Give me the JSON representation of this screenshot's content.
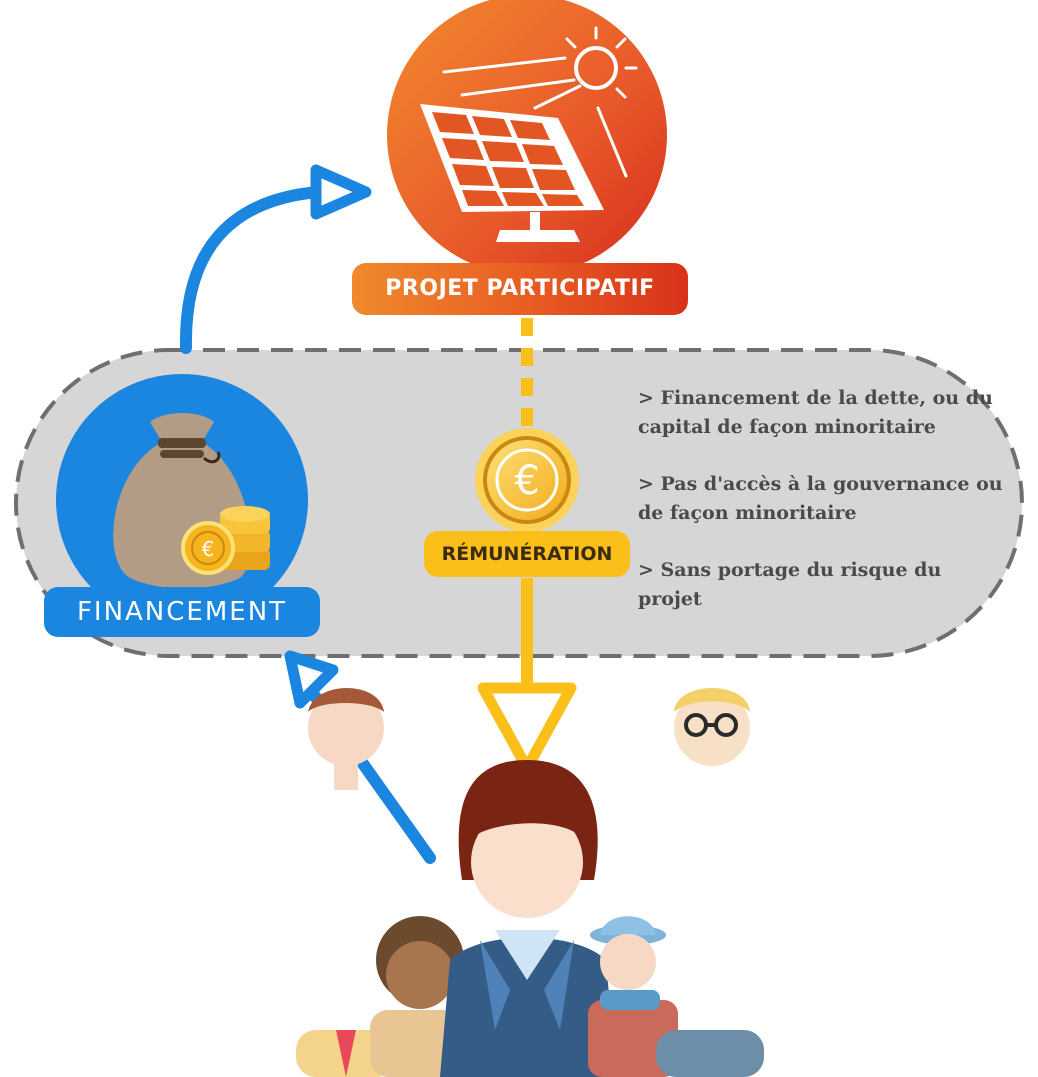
{
  "title": "PROJET PARTICIPATIF",
  "nodes": {
    "projet": {
      "label": "PROJET PARTICIPATIF",
      "icon": "solar-panel-icon",
      "color": "#e8582a"
    },
    "financement": {
      "label": "FINANCEMENT",
      "icon": "money-bag-icon",
      "color": "#1b86e0"
    },
    "remuneration": {
      "label": "RÉMUNÉRATION",
      "icon": "euro-coin-icon",
      "color": "#fbbf1a"
    },
    "citizens": {
      "icon": "citizens-group-icon"
    }
  },
  "info": [
    "> Financement de la dette, ou du capital de façon minoritaire",
    "> Pas d'accès à la gouvernance ou de façon minoritaire",
    "> Sans portage du risque du projet"
  ],
  "colors": {
    "blue_arrow": "#1b86e0",
    "yellow_arrow": "#fbbf1a",
    "dashed_zone": "#d6d6d6"
  }
}
